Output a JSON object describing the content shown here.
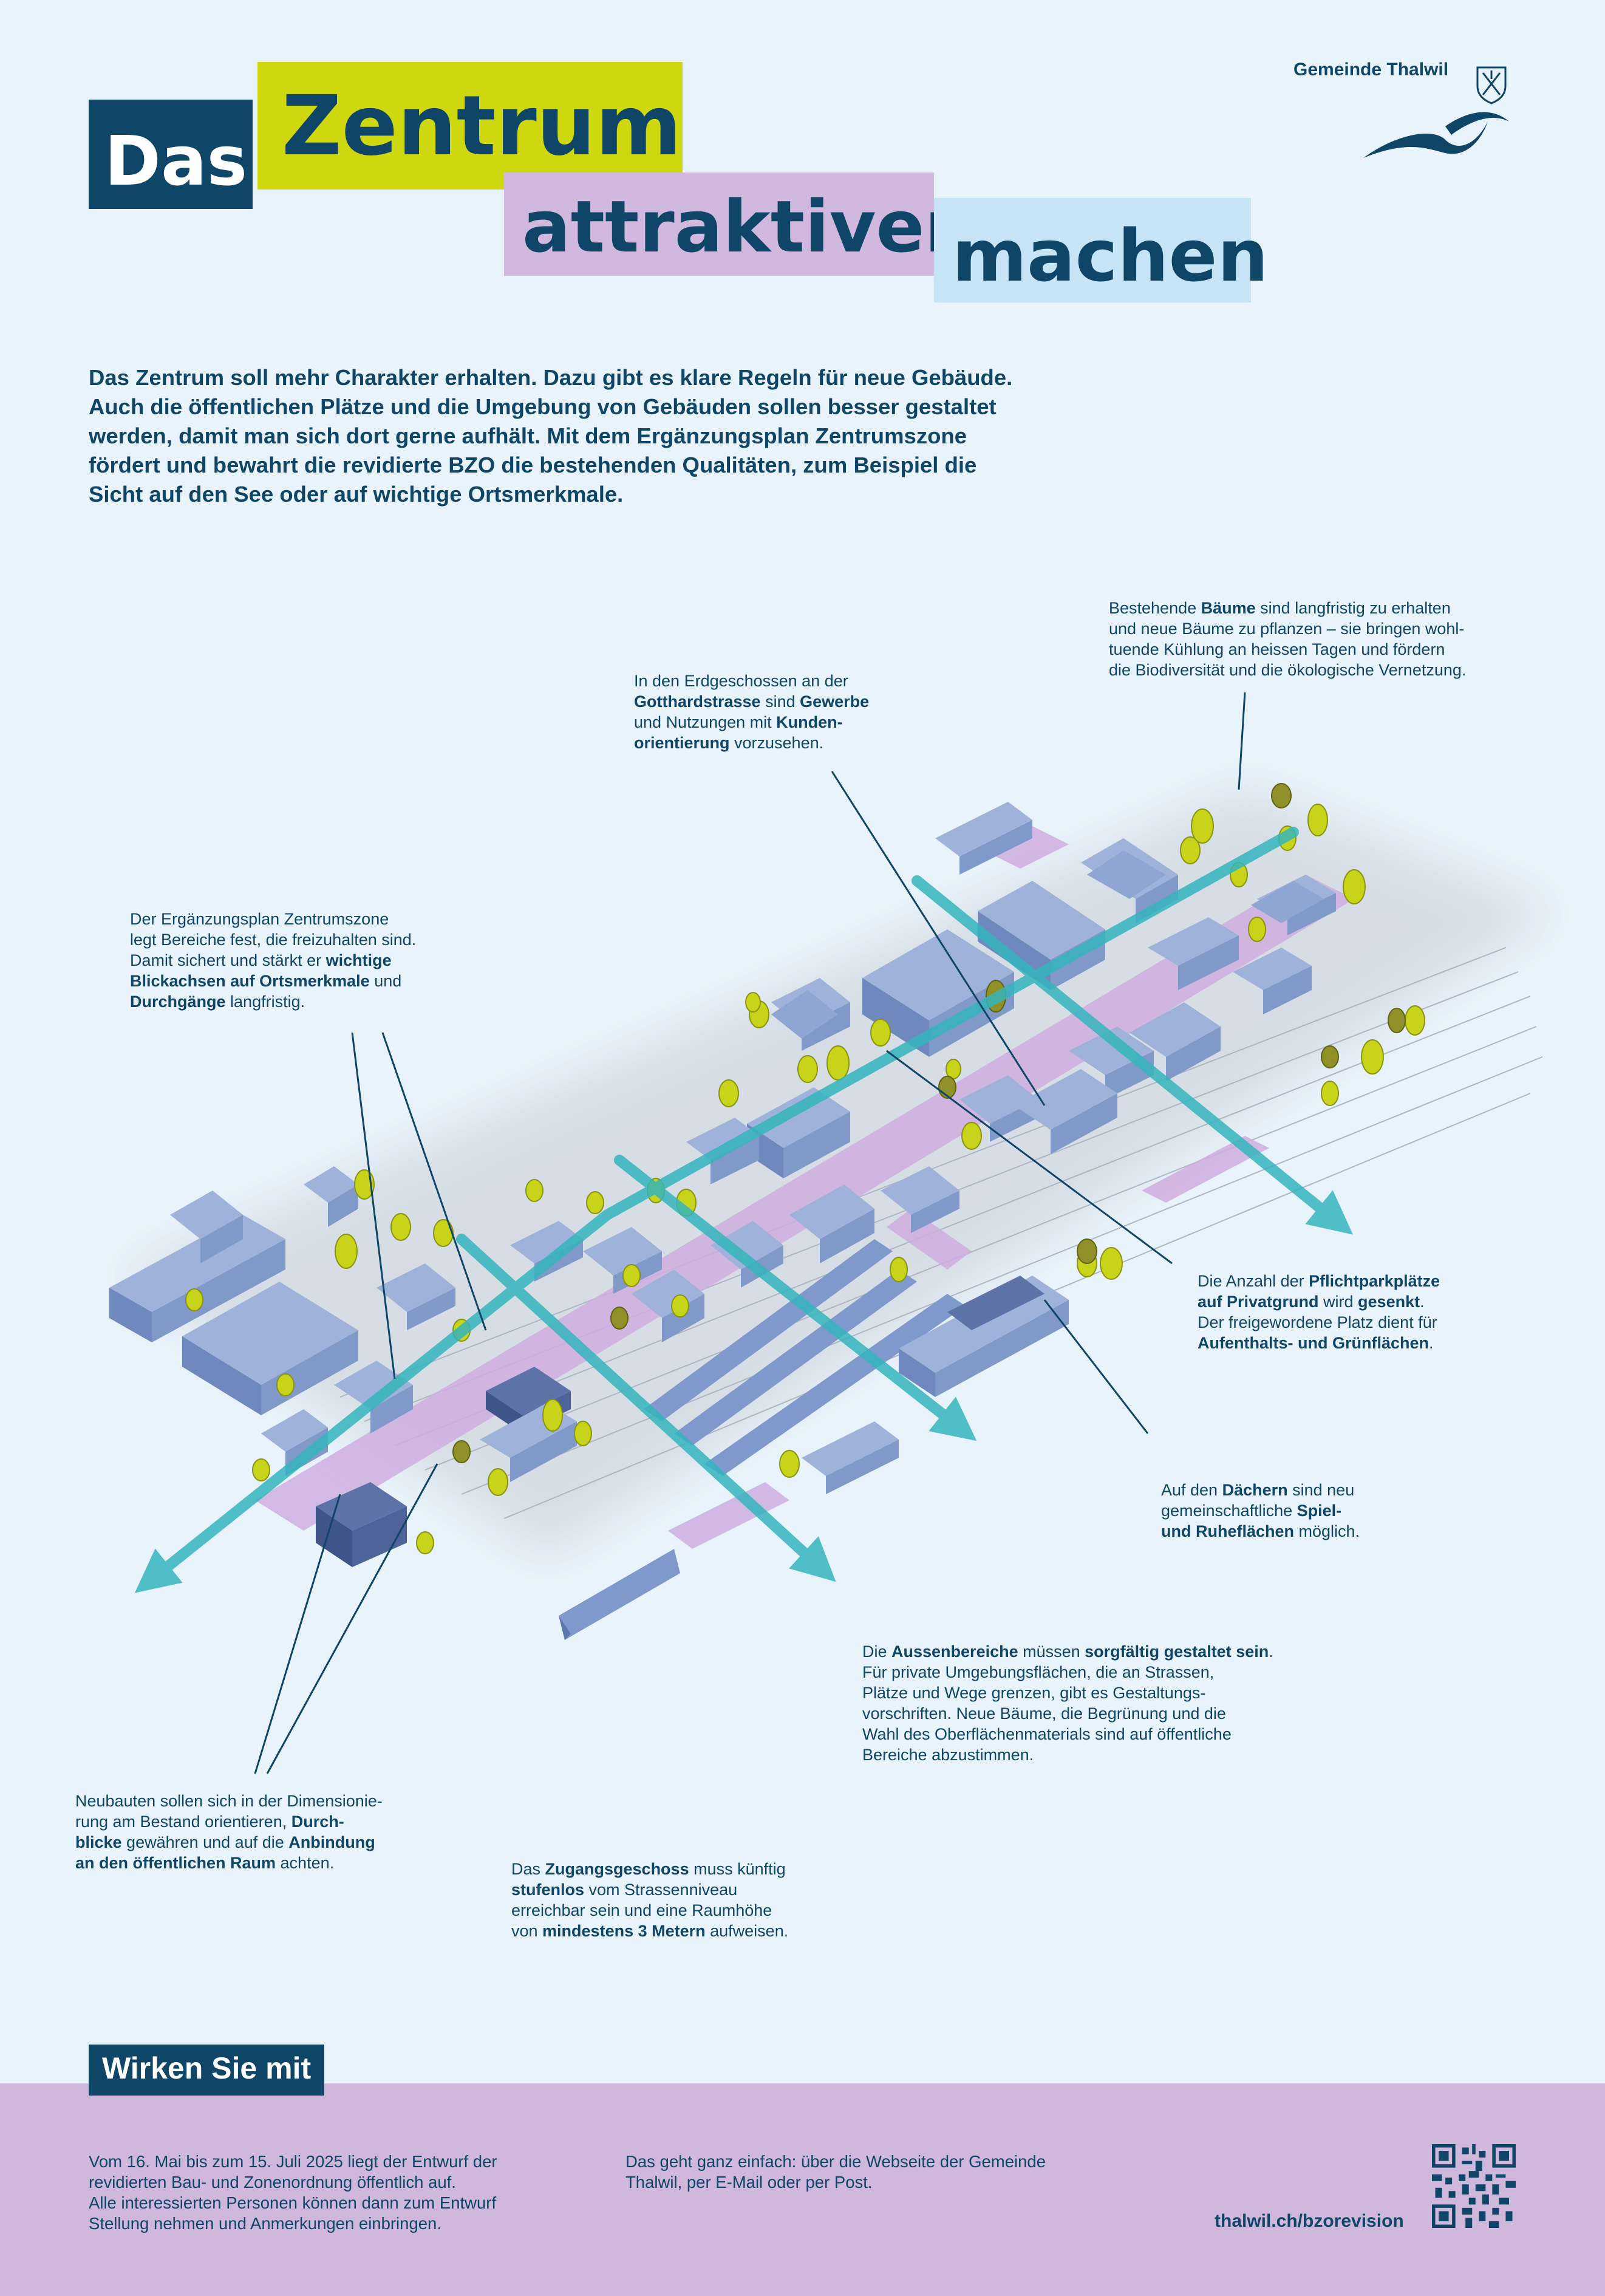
{
  "header": {
    "title_das": "Das",
    "title_zentrum": "Zentrum",
    "title_attraktiver": "attraktiver",
    "title_machen": "machen",
    "logo_text": "Gemeinde Thalwil"
  },
  "intro": {
    "lines": [
      "Das Zentrum soll mehr Charakter erhalten. Dazu gibt es klare Regeln für neue Gebäude.",
      "Auch die öffentlichen Plätze und die Umgebung von Gebäuden sollen besser gestaltet",
      "werden, damit man sich dort gerne aufhält. Mit dem Ergänzungsplan Zentrumszone",
      "fördert und bewahrt die revidierte BZO die bestehenden Qualitäten, zum Beispiel die",
      "Sicht auf den See oder auf wichtige Ortsmerkmale."
    ]
  },
  "annotations": {
    "baeume": {
      "l1a": "Bestehende ",
      "l1b": "Bäume",
      "l1c": " sind langfristig zu erhalten",
      "l2": "und neue Bäume zu pflanzen – sie bringen wohl-",
      "l3": "tuende Kühlung an heissen Tagen und fördern",
      "l4": "die Biodiversität und die ökologische Vernetzung."
    },
    "erdgeschoss": {
      "l1": "In den Erdgeschossen an der",
      "l2a": "Gotthardstrasse",
      "l2b": " sind ",
      "l2c": "Gewerbe",
      "l3a": "und Nutzungen mit ",
      "l3b": "Kunden-",
      "l4a": "orientierung",
      "l4b": " vorzusehen."
    },
    "ergaenzung": {
      "l1": "Der Ergänzungsplan Zentrumszone",
      "l2": "legt Bereiche fest, die freizuhalten sind.",
      "l3a": "Damit sichert und stärkt er ",
      "l3b": "wichtige",
      "l4a": "Blickachsen auf Ortsmerkmale",
      "l4b": " und",
      "l5a": "Durchgänge",
      "l5b": " langfristig."
    },
    "parkplaetze": {
      "l1a": "Die Anzahl der ",
      "l1b": "Pflichtparkplätze",
      "l2a": "auf Privatgrund",
      "l2b": " wird ",
      "l2c": "gesenkt",
      "l3": "Der freigewordene Platz dient für",
      "l4a": "Aufenthalts- und Grünflächen",
      "l4b": "."
    },
    "daecher": {
      "l1a": "Auf den ",
      "l1b": "Dächern",
      "l1c": " sind neu",
      "l2a": "gemeinschaftliche ",
      "l2b": "Spiel-",
      "l3a": "und Ruheflächen",
      "l3b": " möglich."
    },
    "aussen": {
      "l1a": "Die ",
      "l1b": "Aussenbereiche",
      "l1c": " müssen ",
      "l1d": "sorgfältig gestaltet sein",
      "l2": "Für private Umgebungsflächen, die an Strassen,",
      "l3": "Plätze und Wege grenzen, gibt es Gestaltungs-",
      "l4": "vorschriften. Neue Bäume, die Begrünung und die",
      "l5": "Wahl des Oberflächenmaterials sind auf öffentliche",
      "l6": "Bereiche abzustimmen."
    },
    "neubauten": {
      "l1": "Neubauten sollen sich in der Dimensionie-",
      "l2a": "rung am Bestand orientieren, ",
      "l2b": "Durch-",
      "l3a": "blicke",
      "l3b": " gewähren und auf die ",
      "l3c": "Anbindung",
      "l4a": "an den öffentlichen Raum",
      "l4b": " achten."
    },
    "zugang": {
      "l1a": "Das ",
      "l1b": "Zugangsgeschoss",
      "l1c": " muss künftig",
      "l2a": "stufenlos",
      "l2b": " vom Strassenniveau",
      "l3": "erreichbar sein und eine Raumhöhe",
      "l4a": "von ",
      "l4b": "mindestens 3 Metern",
      "l4c": " aufweisen."
    }
  },
  "footer": {
    "button_label": "Wirken Sie mit",
    "left_lines": [
      "Vom 16. Mai bis zum 15. Juli 2025 liegt der Entwurf der",
      "revidierten Bau- und Zonenordnung öffentlich auf.",
      "Alle interessierten Personen können dann zum Entwurf",
      "Stellung nehmen und Anmerkungen einbringen."
    ],
    "mid_lines": [
      "Das geht ganz einfach: über die Webseite der Gemeinde",
      "Thalwil, per E-Mail oder per Post."
    ],
    "url": "thalwil.ch/bzorevision"
  },
  "colors": {
    "navy": "#0f4566",
    "lime": "#cfd80f",
    "lilac": "#d1b8de",
    "sky": "#c7e4f6",
    "building": "#7f99cc",
    "tree": "#c8d41a",
    "arrow": "#35b5bd",
    "footer_band": "#cfb8dc"
  }
}
